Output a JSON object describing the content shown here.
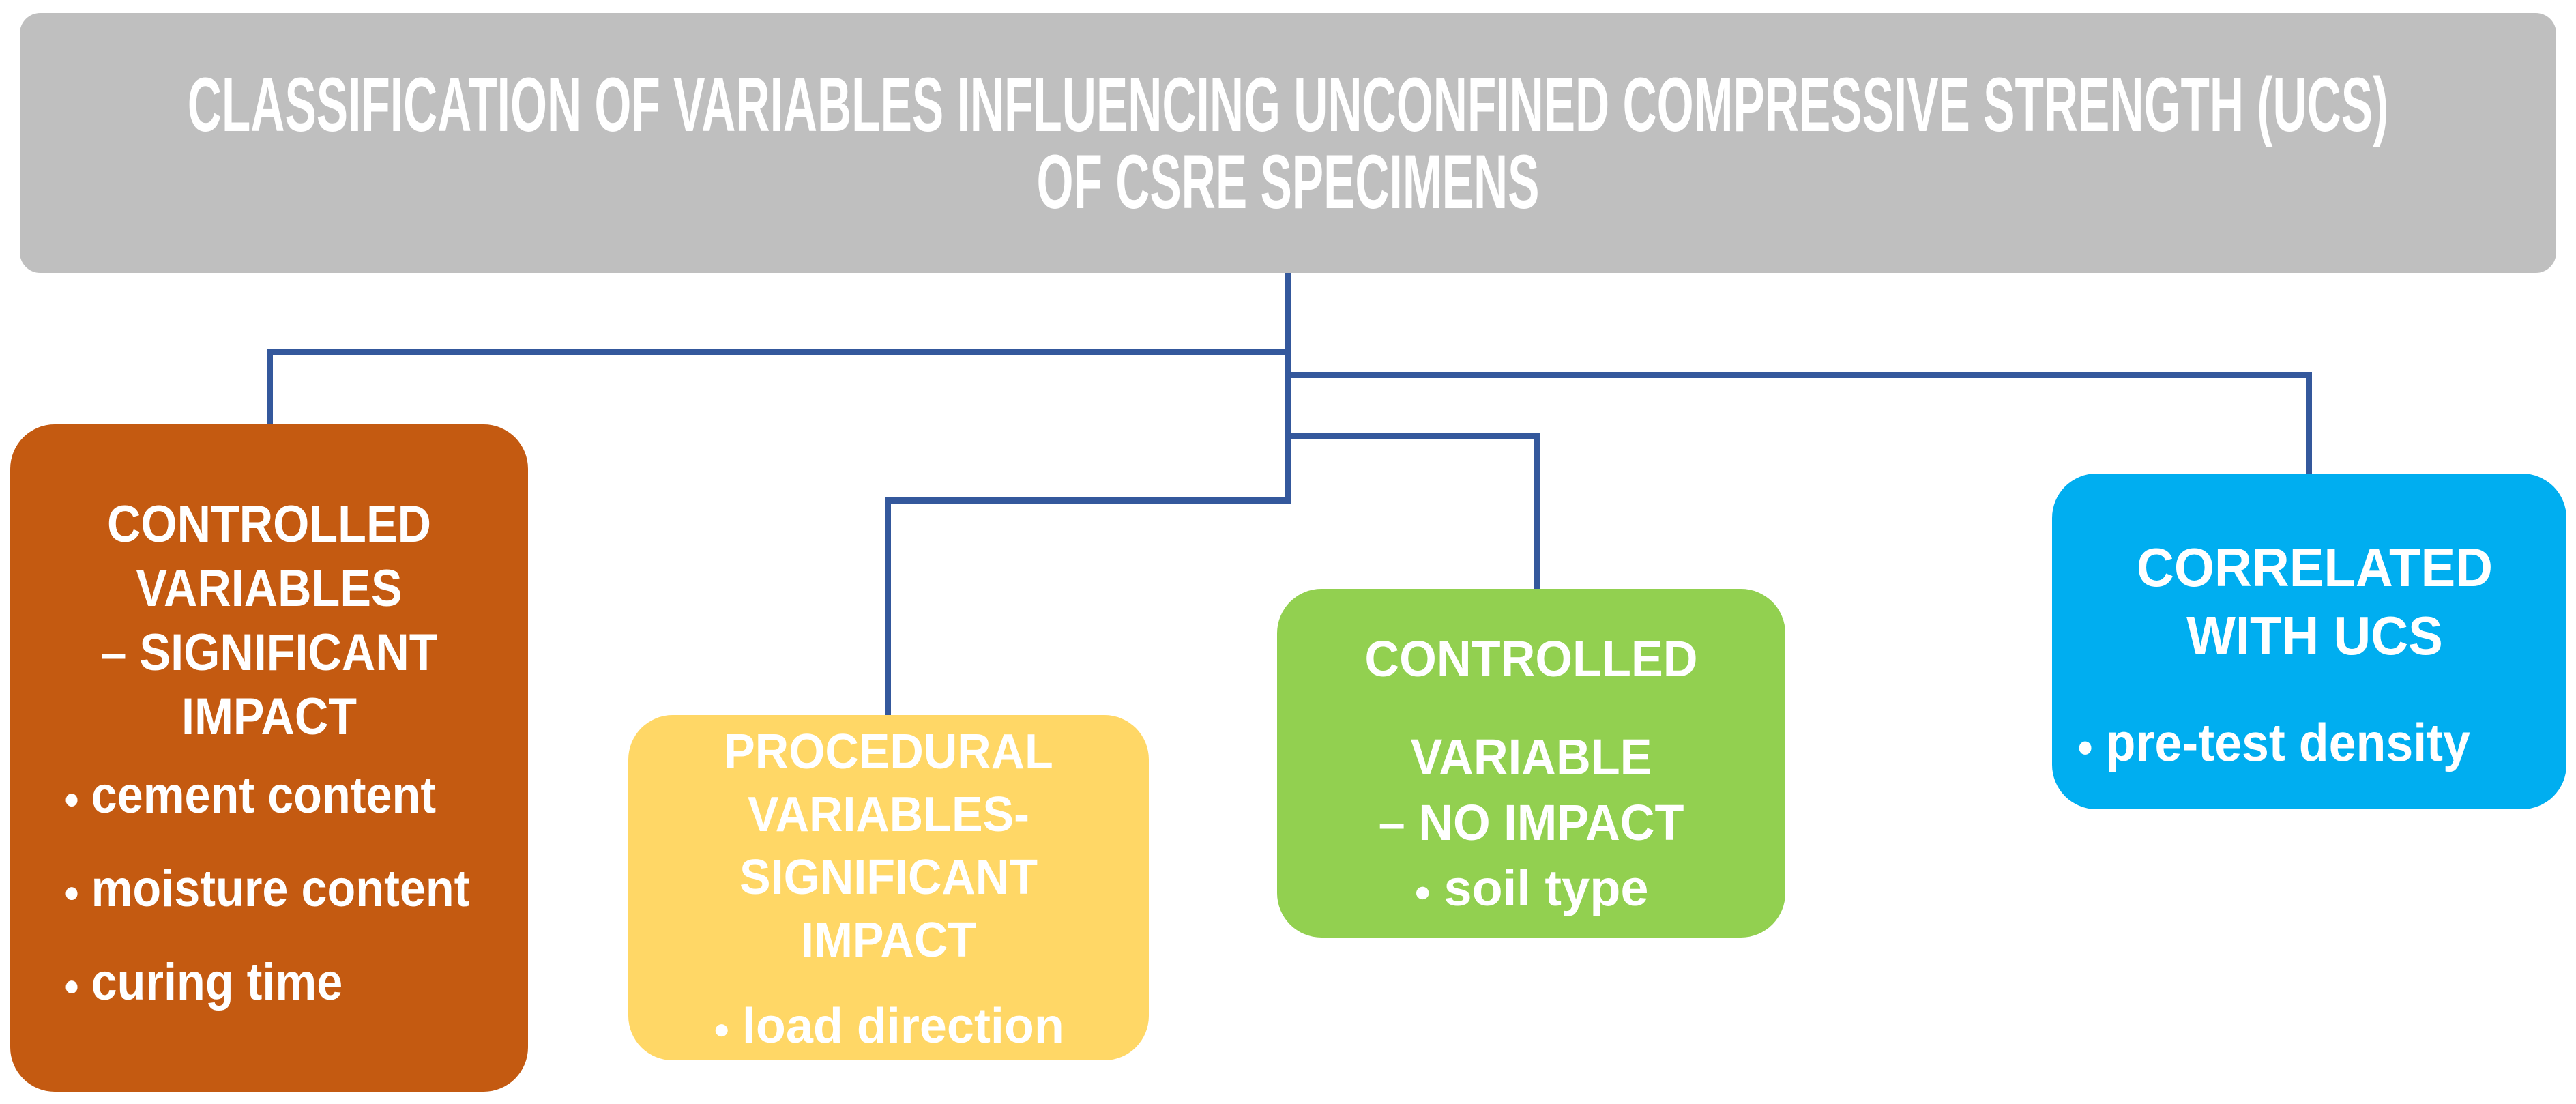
{
  "title": {
    "line1": "CLASSIFICATION OF VARIABLES INFLUENCING UNCONFINED COMPRESSIVE STRENGTH (UCS)",
    "line2": "OF CSRE SPECIMENS"
  },
  "glyphs": {
    "bullet": "●"
  },
  "palette": {
    "header_bg": "#BFBFBF",
    "connector": "#34589C",
    "text": "#FFFFFF",
    "box_orange": "#C45A11",
    "box_yellow": "#FFD766",
    "box_green": "#92D050",
    "box_blue": "#00AEF0"
  },
  "boxes": [
    {
      "id": "controlled-variables-significant-impact",
      "heading_lines": [
        "CONTROLLED",
        "VARIABLES",
        "– SIGNIFICANT",
        "IMPACT"
      ],
      "bullets": [
        "cement content",
        "moisture content",
        "curing time"
      ]
    },
    {
      "id": "procedural-variables-significant-impact",
      "heading_lines": [
        "PROCEDURAL",
        "VARIABLES-",
        "SIGNIFICANT",
        "IMPACT"
      ],
      "bullets": [
        "load direction"
      ]
    },
    {
      "id": "controlled-variable-no-impact",
      "heading_lines": [
        "CONTROLLED",
        "VARIABLE",
        "– NO IMPACT"
      ],
      "bullets": [
        "soil type"
      ]
    },
    {
      "id": "correlated-with-ucs",
      "heading_lines": [
        "CORRELATED",
        "WITH UCS"
      ],
      "bullets": [
        "pre-test density"
      ]
    }
  ]
}
